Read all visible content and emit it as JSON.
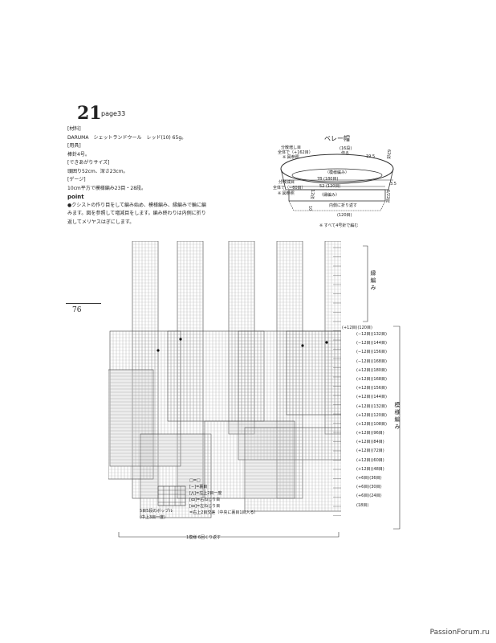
{
  "header": {
    "pattern_no": "21",
    "page_ref": "page33"
  },
  "info": {
    "material_h": "[材料]",
    "material": "DARUMA　シェットランドウール　レッド(10) 65g。",
    "tool_h": "[用具]",
    "tool": "棒針4号。",
    "size_h": "[できあがりサイズ]",
    "size": "頭囲り52cm、深さ23cm。",
    "gauge_h": "[ゲージ]",
    "gauge": "10cm平方で模様編み23目・28段。",
    "point_h": "point",
    "point_lines": [
      "●クシストの作り目をして編み始め、模様編み、縁編みで輪に編",
      "みます。図を参照して増減目をします。編み終わりは内側に折り",
      "返してメリヤスはぎにします。"
    ]
  },
  "beret": {
    "title": "ベレー帽",
    "labels": {
      "dec_top": "分散増し目",
      "dec_top2": "全体で（+162目）",
      "dec_top3": "※ 図参照",
      "rows16": "(16段)",
      "make": "作る",
      "w195": "19.5",
      "r62": "62段",
      "pattern": "（模様編み）",
      "c78": "78 (180目)",
      "c52": "52 (120目)",
      "dec_bot": "分散減目",
      "dec_bot2": "全体で（−60目）",
      "dec_bot3": "※ 図参照",
      "edge": "（縁編み）",
      "h12": "12段",
      "h35": "3.5",
      "r622": "6/22段",
      "h10": "10",
      "fold": "内側に折り返す",
      "c120": "(120目)",
      "note": "※ すべて4号針で編む"
    }
  },
  "chart": {
    "section_edge": "縁編み",
    "section_pattern": "模様編み",
    "rounds": [
      "(+12目)(120目)",
      "(−12目)(132目)",
      "(−12目)(144目)",
      "(−12目)(156目)",
      "(−12目)(168目)",
      "(+12目)(180目)",
      "(+12目)(168目)",
      "(+12目)(156目)",
      "(+12目)(144目)",
      "(+12目)(132目)",
      "(+12目)(120目)",
      "(+12目)(108目)",
      "(+12目)(96目)",
      "(+12目)(84目)",
      "(+12目)(72目)",
      "(+12目)(60目)",
      "(+12目)(48目)",
      "(+6目)(36目)",
      "(+6目)(30目)",
      "(+6目)(24目)",
      "(18目)"
    ],
    "legend": {
      "k": "□=□",
      "p": "[−]=裏目",
      "k2tog_r": "[⋀]=左上2目一度",
      "twist_r": "[ꝏ]=右ねじり目",
      "twist_l": "[ꝏ]=左ねじり目",
      "cable": "=右上2目交差（中央に裏目1目入る）",
      "bobble": "5目5段のボッブル",
      "bobble2": "(中上3目一度)",
      "repeat": "1模様 6回くり返す"
    }
  },
  "page": {
    "number": "76"
  },
  "watermark": "PassionForum.ru"
}
